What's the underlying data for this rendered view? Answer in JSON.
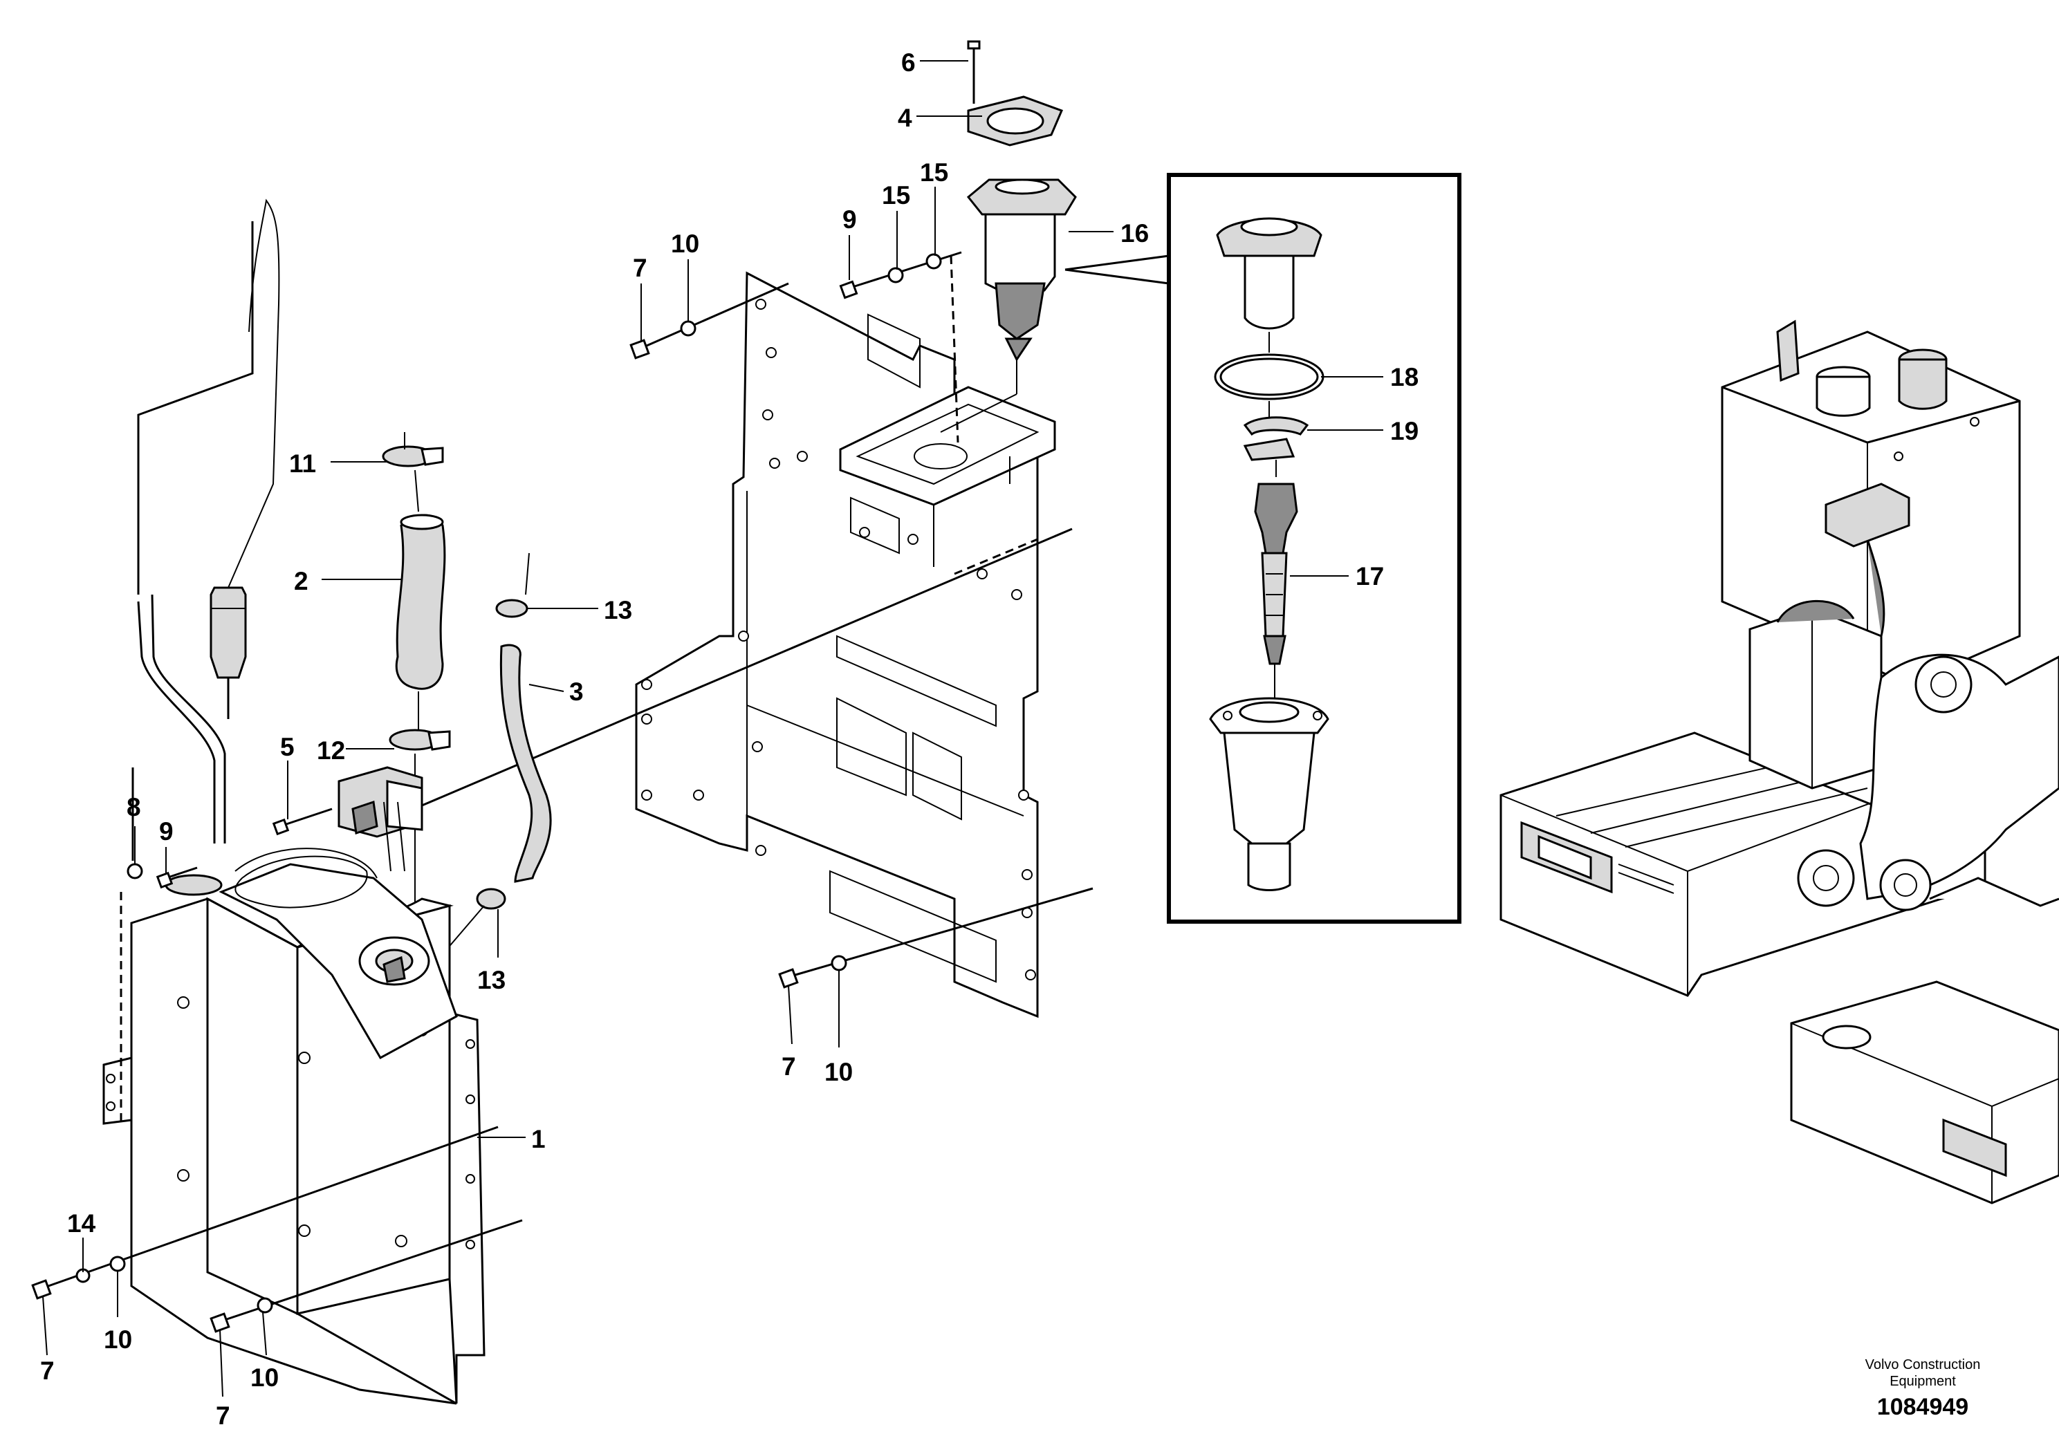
{
  "callouts": {
    "c1": "1",
    "c2": "2",
    "c3": "3",
    "c4": "4",
    "c5": "5",
    "c6": "6",
    "c7a": "7",
    "c7b": "7",
    "c7c": "7",
    "c7d": "7",
    "c8": "8",
    "c9a": "9",
    "c9b": "9",
    "c10a": "10",
    "c10b": "10",
    "c10c": "10",
    "c10d": "10",
    "c11": "11",
    "c12": "12",
    "c13a": "13",
    "c13b": "13",
    "c14": "14",
    "c15a": "15",
    "c15b": "15",
    "c16": "16",
    "c17": "17",
    "c18": "18",
    "c19": "19"
  },
  "footer": {
    "brand_line1": "Volvo Construction",
    "brand_line2": "Equipment",
    "drawing_number": "1084949"
  },
  "icons": {
    "bolt": "bolt-icon",
    "washer": "washer-icon",
    "hose-clamp": "hose-clamp-icon"
  }
}
